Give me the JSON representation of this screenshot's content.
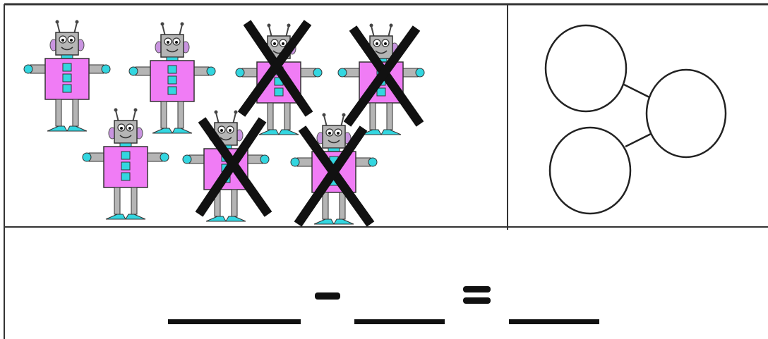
{
  "worksheet": {
    "panels": [
      "picture-panel",
      "part-whole-model-panel",
      "number-sentence-panel"
    ],
    "robots": [
      {
        "row": 1,
        "crossed": false
      },
      {
        "row": 1,
        "crossed": false
      },
      {
        "row": 1,
        "crossed": true
      },
      {
        "row": 1,
        "crossed": true
      },
      {
        "row": 2,
        "crossed": false
      },
      {
        "row": 2,
        "crossed": true
      },
      {
        "row": 2,
        "crossed": true
      }
    ],
    "robot_count": 7,
    "crossed_count": 4,
    "part_whole": {
      "circles": 3,
      "filled_values": []
    },
    "number_sentence": {
      "operator": "−",
      "equals": "=",
      "blanks": 3
    },
    "colors": {
      "robot_body": "#f07cf5",
      "robot_head": "#b5b5b5",
      "robot_accent": "#33d6e0",
      "robot_ear": "#c994e0",
      "cross": "#111111",
      "grid_line": "#333333"
    },
    "icons": [
      "robot-icon",
      "cross-out-mark",
      "circle-icon",
      "minus-sign",
      "equals-sign"
    ]
  }
}
